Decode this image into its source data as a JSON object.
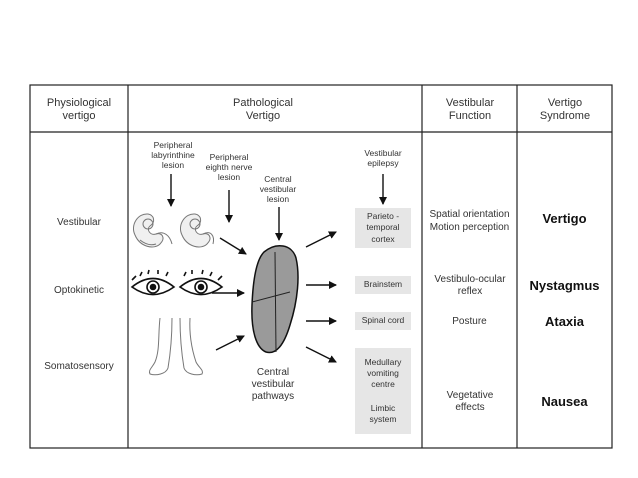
{
  "headers": {
    "physiological": "Physiological vertigo",
    "pathological": "Pathological Vertigo",
    "function": "Vestibular Function",
    "syndrome": "Vertigo Syndrome"
  },
  "physiological_rows": [
    "Vestibular",
    "Optokinetic",
    "Somatosensory"
  ],
  "lesions": {
    "peripheral_labyrinthine": "Peripheral labyrinthine lesion",
    "peripheral_eighth": "Peripheral eighth nerve lesion",
    "central_vestibular": "Central vestibular lesion",
    "vestibular_epilepsy": "Vestibular epilepsy"
  },
  "pathways_label": "Central vestibular pathways",
  "targets": [
    "Parieto - temporal cortex",
    "Brainstem",
    "Spinal cord",
    "Medullary vomiting centre",
    "Limbic system"
  ],
  "functions": [
    "Spatial orientation",
    "Motion perception",
    "Vestibulo-ocular reflex",
    "Posture",
    "Vegetative effects"
  ],
  "syndromes": [
    "Vertigo",
    "Nystagmus",
    "Ataxia",
    "Nausea"
  ]
}
